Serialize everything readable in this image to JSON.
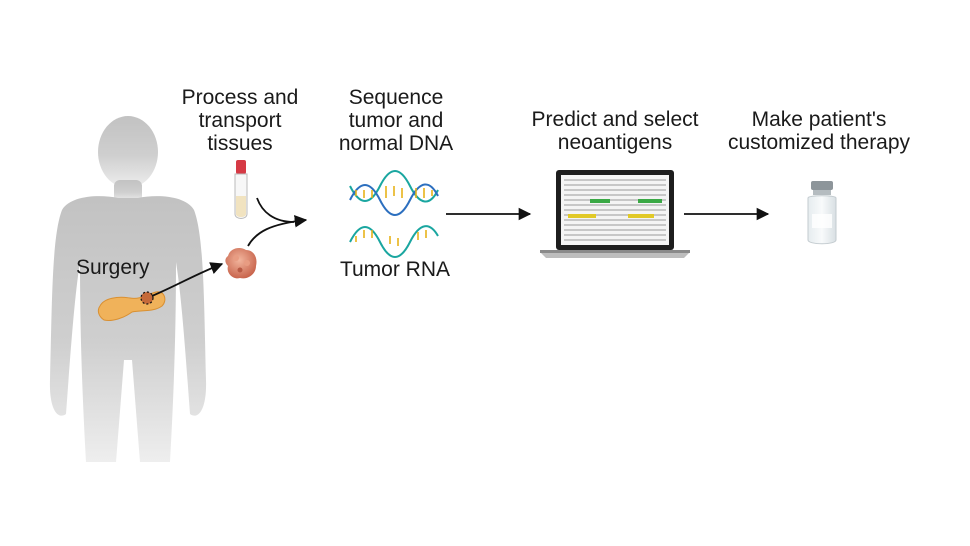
{
  "steps": {
    "process": [
      "Process and",
      "transport",
      "tissues"
    ],
    "sequence": [
      "Sequence",
      "tumor and",
      "normal DNA"
    ],
    "predict": [
      "Predict and select",
      "neoantigens"
    ],
    "make": [
      "Make patient's",
      "customized therapy"
    ]
  },
  "labels": {
    "surgery": "Surgery",
    "tumor_rna": "Tumor RNA"
  },
  "colors": {
    "silhouette": "#c4c4c4",
    "pancreas": "#f0b25a",
    "tumor": "#d9826a",
    "tube_cap": "#d63a45",
    "tube_fluid": "#f1e3c0",
    "dna_teal": "#1aa6a0",
    "dna_yellow": "#e7b21a",
    "dna_blue": "#2c6fbf",
    "highlight_green": "#3aa845",
    "highlight_yellow": "#e1c927",
    "arrow": "#111111"
  },
  "icons": [
    "human-silhouette-icon",
    "pancreas-icon",
    "blood-tube-icon",
    "tumor-tissue-icon",
    "dna-helix-icon",
    "rna-strand-icon",
    "laptop-icon",
    "vaccine-vial-icon"
  ]
}
